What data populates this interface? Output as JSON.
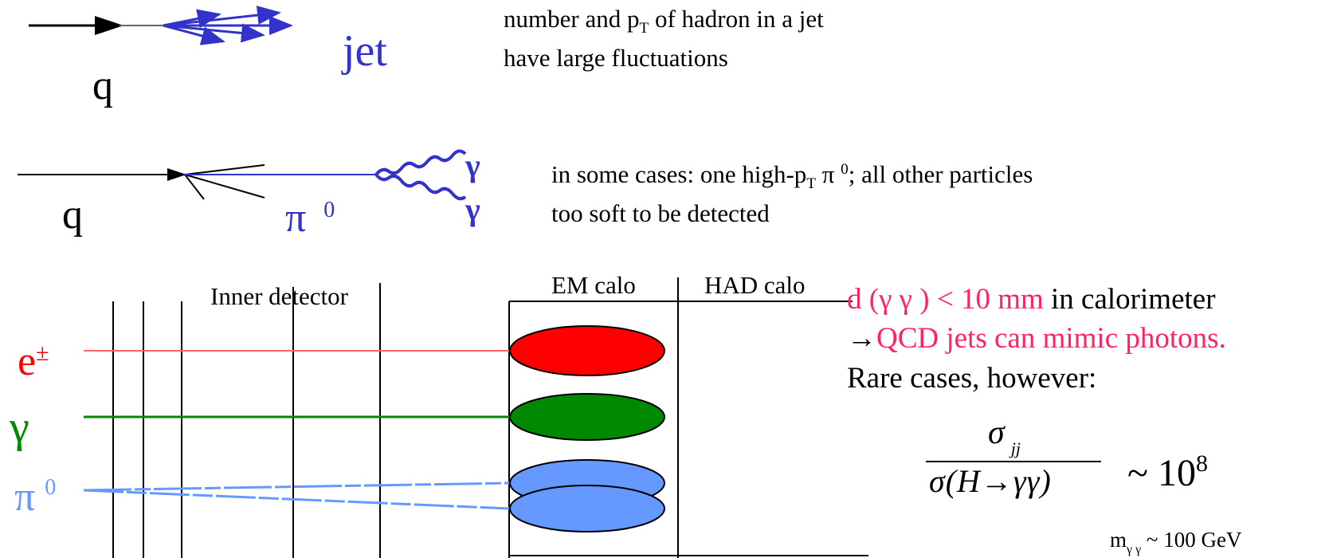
{
  "colors": {
    "electron": "#ff0000",
    "photon": "#008800",
    "pion": "#6699ff",
    "jet_blue": "#3333cc",
    "magenta": "#ff2266",
    "black": "#000000"
  },
  "top_diagram": {
    "quark_label": "q",
    "jet_label": "jet",
    "desc_line1_pre": "number and p",
    "desc_line1_sub": "T",
    "desc_line1_post": " of hadron in a jet",
    "desc_line2": "have large  fluctuations"
  },
  "middle_diagram": {
    "quark_label": "q",
    "pion_symbol": "π",
    "pion_charge": "0",
    "gamma1": "γ",
    "gamma2": "γ",
    "desc_line1_pre": "in some cases: one high-p",
    "desc_line1_sub": "T",
    "desc_line1_mid": " π ",
    "desc_line1_sup": "0",
    "desc_line1_post": "; all other particles",
    "desc_line2": "too soft to be detected"
  },
  "detector": {
    "inner_label": "Inner detector",
    "em_label": "EM calo",
    "had_label": "HAD calo",
    "electron_label": "e",
    "electron_sup": "±",
    "photon_label": "γ",
    "pion_label": "π",
    "pion_sup": "0"
  },
  "right_text": {
    "line1_magenta": "d (γ  γ  ) < 10 mm",
    "line1_black": " in calorimeter",
    "line2_arrow": "→",
    "line2_magenta": "QCD jets can mimic photons.",
    "line3": "Rare cases, however:",
    "numerator": "σ",
    "numerator_sub": "jj",
    "denominator": "σ(H→γγ)",
    "approx": "~ 10",
    "exponent": "8",
    "mass_pre": "m",
    "mass_sub": "γ γ",
    "mass_post": "  ~ 100 GeV"
  }
}
